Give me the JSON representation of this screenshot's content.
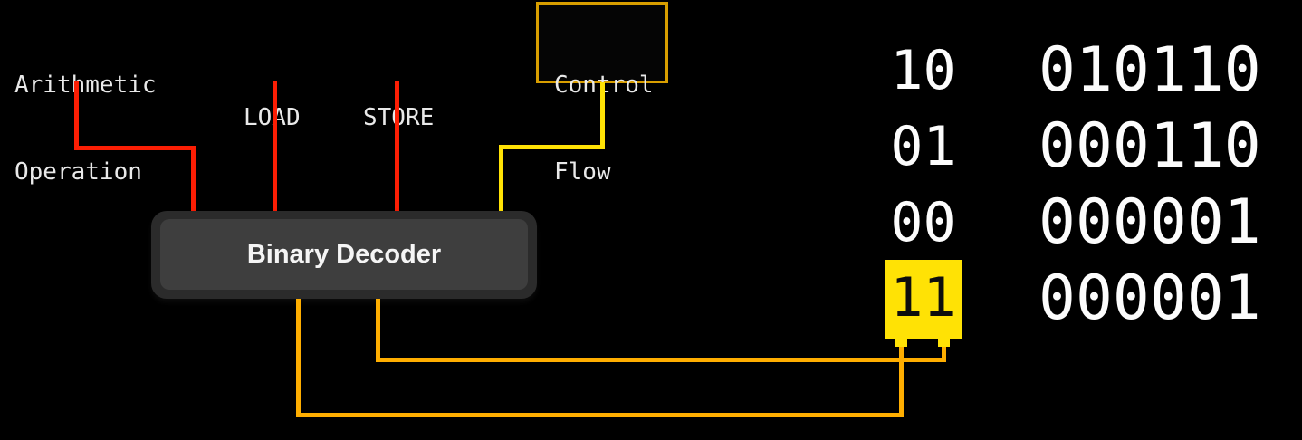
{
  "labels": {
    "arithmetic": [
      "Arithmetic",
      "Operation"
    ],
    "load": "LOAD",
    "store": "STORE",
    "control_flow": [
      "Control",
      "Flow"
    ],
    "decoder": "Binary Decoder"
  },
  "opcode_table": {
    "rows": [
      {
        "code": "10",
        "bits": "010110",
        "highlighted": false
      },
      {
        "code": "01",
        "bits": "000110",
        "highlighted": false
      },
      {
        "code": "00",
        "bits": "000001",
        "highlighted": false
      },
      {
        "code": "11",
        "bits": "000001",
        "highlighted": true
      }
    ],
    "highlighted_code": "11"
  },
  "colors": {
    "wire_red": "#fc1e04",
    "wire_yellow": "#ffe205",
    "wire_orange": "#ffae00",
    "gold_border": "#d89e00",
    "decoder_outer": "#2b2b2b",
    "decoder_inner": "#3e3e3e",
    "label_text": "#e9e9e9",
    "digit_text": "#fcfcfc",
    "highlight_bg": "#ffe205",
    "highlight_text": "#0d0d0d",
    "background": "#000000"
  }
}
